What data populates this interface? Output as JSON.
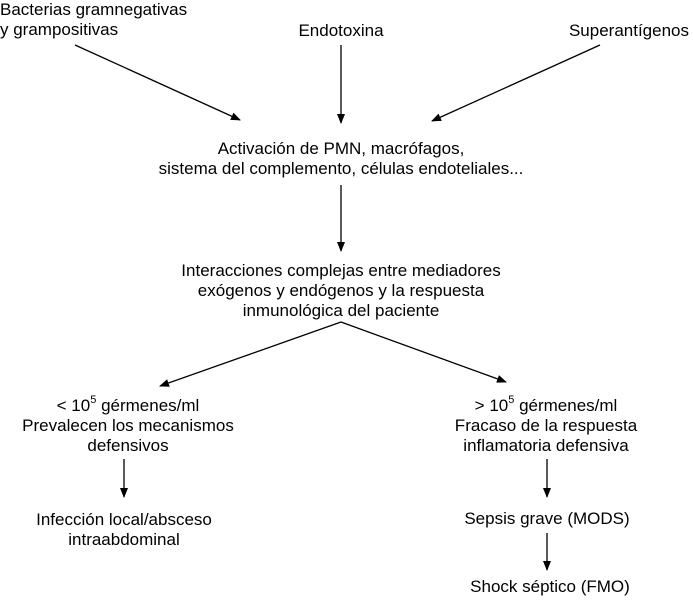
{
  "nodes": {
    "bacterias": [
      "Bacterias gramnegativas",
      "y grampositivas"
    ],
    "endotoxina": [
      "Endotoxina"
    ],
    "superantigenos": [
      "Superantígenos"
    ],
    "activacion": [
      "Activación de PMN, macrófagos,",
      "sistema del complemento, células endoteliales..."
    ],
    "interacciones": [
      "Interacciones complejas entre mediadores",
      "exógenos y endógenos y la respuesta",
      "inmunológica del paciente"
    ],
    "low_count": {
      "prefix": "< 10",
      "exponent": "5",
      "suffix": " gérmenes/ml",
      "lines": [
        "Prevalecen los mecanismos",
        "defensivos"
      ]
    },
    "high_count": {
      "prefix": "> 10",
      "exponent": "5",
      "suffix": " gérmenes/ml",
      "lines": [
        "Fracaso de la respuesta",
        "inflamatoria defensiva"
      ]
    },
    "infeccion": [
      "Infección local/absceso",
      "intraabdominal"
    ],
    "sepsis": [
      "Sepsis grave (MODS)"
    ],
    "shock": [
      "Shock séptico (FMO)"
    ]
  }
}
